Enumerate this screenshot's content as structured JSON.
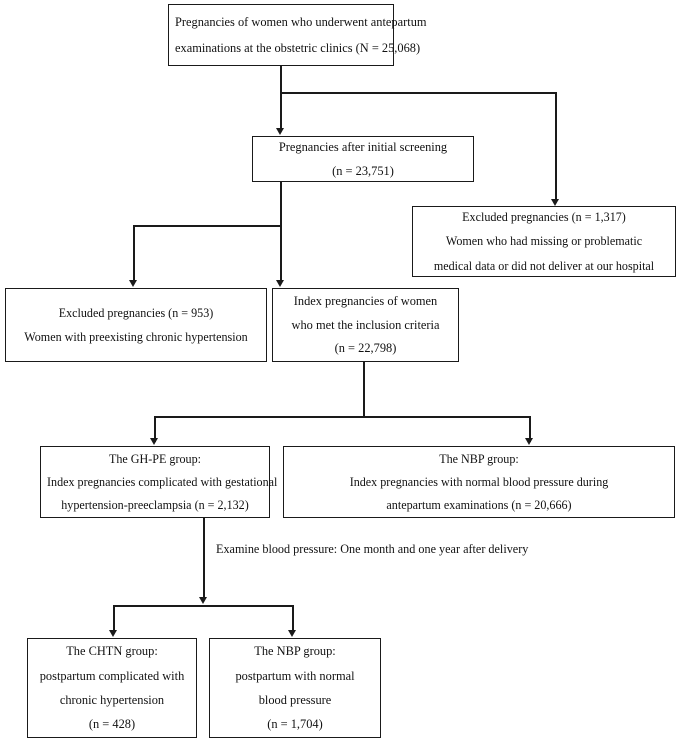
{
  "figure": {
    "type": "flowchart",
    "title": "Study participant selection flow diagram",
    "line_color": "#1a1a1a",
    "background": "#ffffff"
  },
  "nodes": {
    "cohort": {
      "lines": [
        "Pregnancies of women who underwent antepartum",
        "examinations at the obstetric clinics (N = 25,068)"
      ]
    },
    "after_screening": {
      "lines": [
        "Pregnancies after initial screening",
        "(n = 23,751)"
      ]
    },
    "excluded_missing": {
      "lines": [
        "Excluded pregnancies (n = 1,317)",
        "Women who had missing or problematic",
        "medical data or did not deliver at our hospital"
      ]
    },
    "excluded_chtn": {
      "lines": [
        "Excluded pregnancies (n = 953)",
        "Women with preexisting chronic hypertension"
      ]
    },
    "index_pregnancies": {
      "lines": [
        "Index pregnancies of women",
        "who met the inclusion criteria",
        "(n = 22,798)"
      ]
    },
    "ghpe_group": {
      "lines": [
        "The GH-PE group:",
        "Index pregnancies complicated with gestational",
        "hypertension-preeclampsia (n = 2,132)"
      ]
    },
    "nbp_group": {
      "lines": [
        "The NBP group:",
        "Index pregnancies with normal blood pressure during",
        "antepartum examinations (n = 20,666)"
      ]
    },
    "chtn_postpartum": {
      "lines": [
        "The CHTN group:",
        "postpartum complicated with",
        "chronic hypertension",
        "(n = 428)"
      ]
    },
    "nbp_postpartum": {
      "lines": [
        "The NBP group:",
        "postpartum with normal",
        "blood pressure",
        "(n = 1,704)"
      ]
    }
  },
  "captions": {
    "examine_bp": "Examine blood pressure: One month and one year after delivery"
  }
}
